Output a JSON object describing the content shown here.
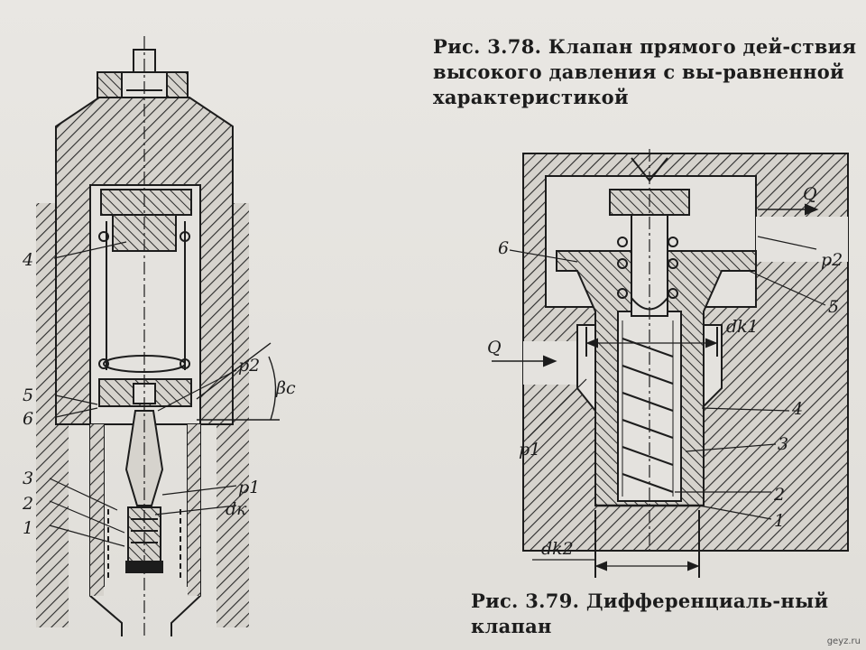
{
  "figures": [
    {
      "caption": "Рис. 3.78. Клапан прямого дей-ствия высокого давления с вы-равненной характеристикой",
      "labels": {
        "n4": "4",
        "n5": "5",
        "n6": "6",
        "n3": "3",
        "n2": "2",
        "n1": "1",
        "p2": "p2",
        "beta": "βc",
        "p1": "p1",
        "dk": "dк"
      }
    },
    {
      "caption": "Рис. 3.79. Дифференциаль-ный клапан",
      "labels": {
        "Q_out": "Q",
        "Q_in": "Q",
        "n6": "6",
        "p2": "p2",
        "n5": "5",
        "dk1": "dk1",
        "n4": "4",
        "p1": "p1",
        "n3": "3",
        "n2": "2",
        "n1": "1",
        "dk2": "dk2"
      }
    }
  ],
  "watermark": "geyz.ru"
}
